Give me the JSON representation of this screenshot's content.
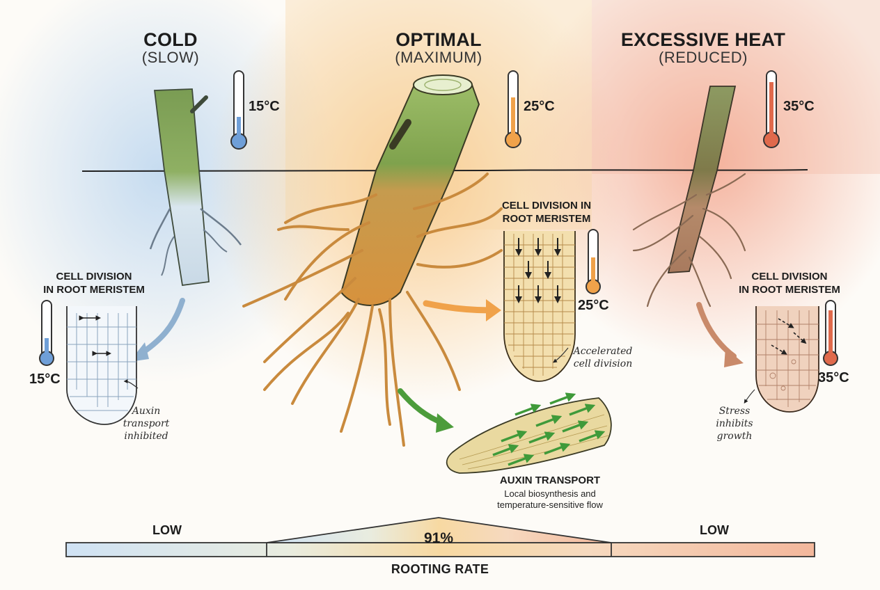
{
  "zones": {
    "cold": {
      "title": "COLD",
      "subtitle": "(SLOW)",
      "temperature": "15°C",
      "color": "#6f9fd8"
    },
    "optimal": {
      "title": "OPTIMAL",
      "subtitle": "(MAXIMUM)",
      "temperature": "25°C",
      "color": "#f0a24a"
    },
    "heat": {
      "title": "EXCESSIVE HEAT",
      "subtitle": "(REDUCED)",
      "temperature": "35°C",
      "color": "#e06a4c"
    }
  },
  "meristem": {
    "cold": {
      "title_line1": "CELL DIVISION",
      "title_line2": "IN ROOT MERISTEM",
      "temperature": "15°C",
      "note_line1": "Auxin",
      "note_line2": "transport",
      "note_line3": "inhibited",
      "thermometer_fill": 0.3
    },
    "optimal": {
      "title_line1": "CELL DIVISION IN",
      "title_line2": "ROOT MERISTEM",
      "temperature": "25°C",
      "note_line1": "Accelerated",
      "note_line2": "cell division",
      "thermometer_fill": 0.6
    },
    "heat": {
      "title_line1": "CELL DIVISION",
      "title_line2": "IN ROOT MERISTEM",
      "temperature": "35°C",
      "note_line1": "Stress",
      "note_line2": "inhibits",
      "note_line3": "growth",
      "thermometer_fill": 0.85
    }
  },
  "auxin": {
    "title": "AUXIN TRANSPORT",
    "line1": "Local biosynthesis and",
    "line2": "temperature-sensitive flow"
  },
  "rooting_bar": {
    "left_label": "LOW",
    "center_value": "91%",
    "right_label": "LOW",
    "title": "ROOTING RATE"
  }
}
